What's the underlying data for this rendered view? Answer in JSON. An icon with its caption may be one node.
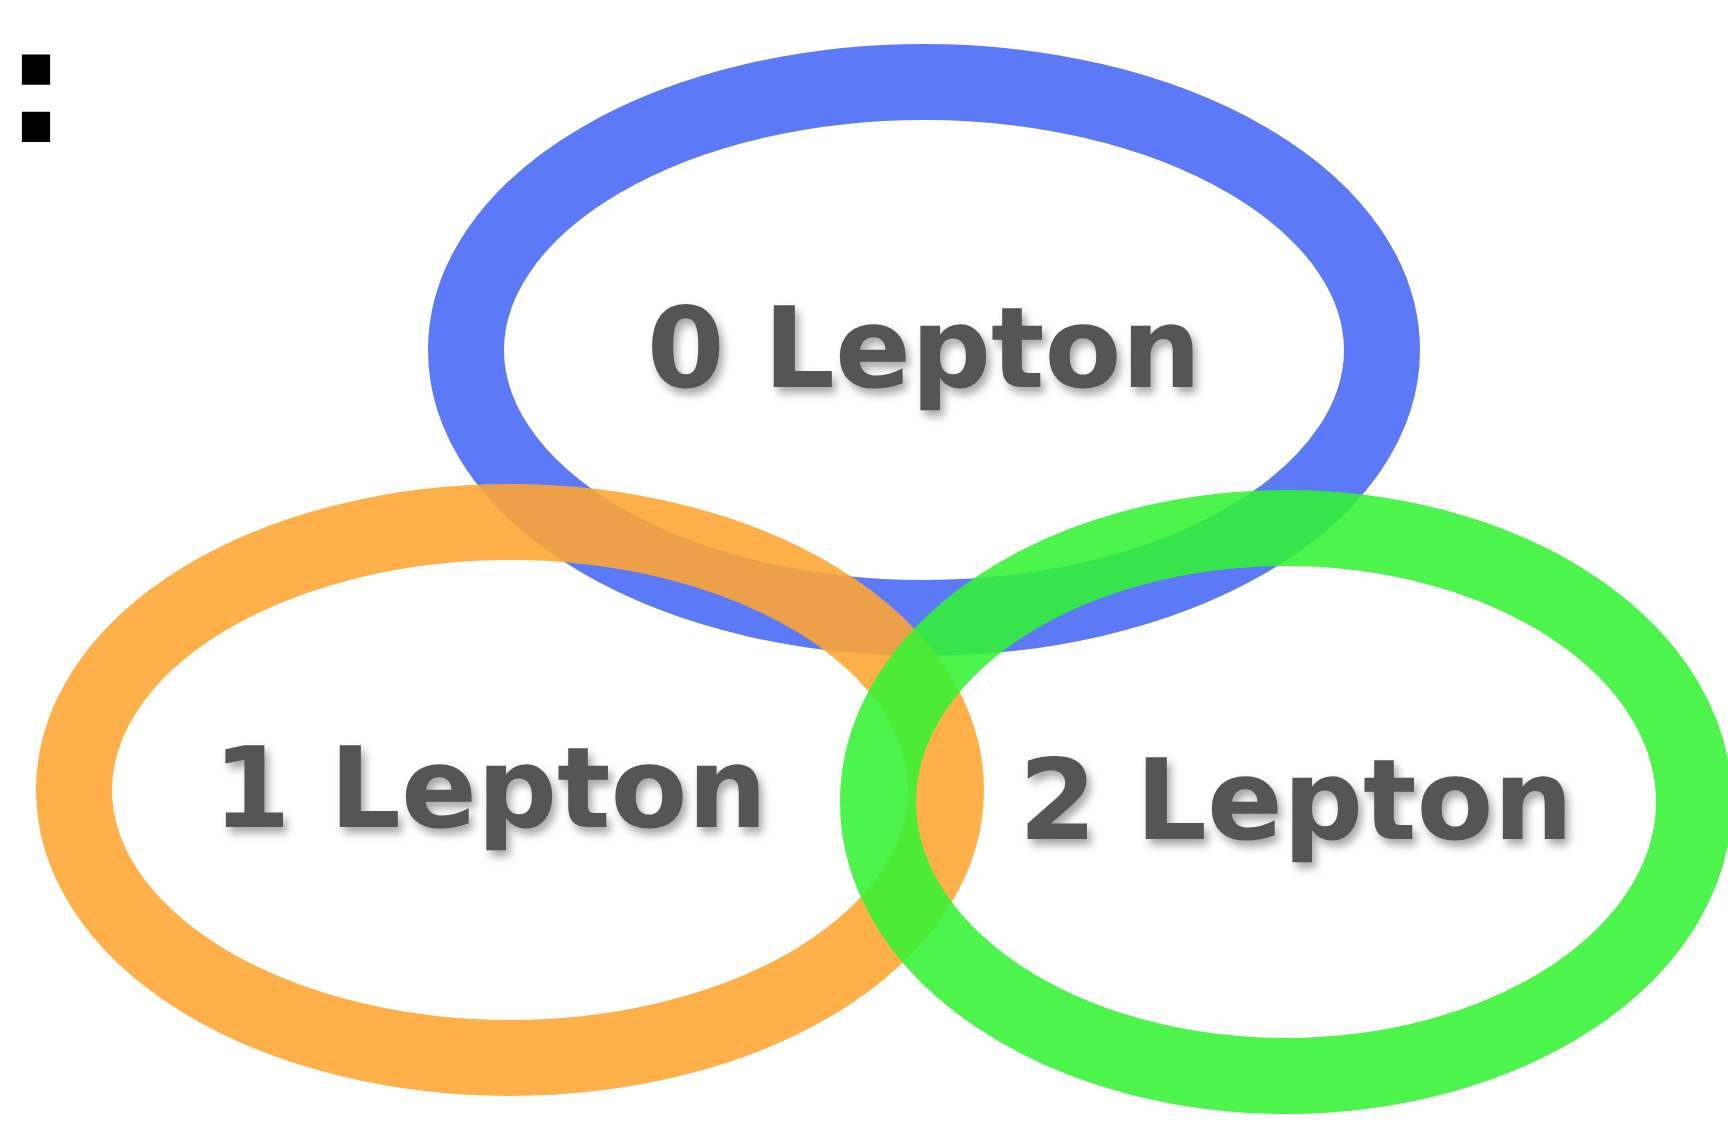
{
  "diagram": {
    "nodes": [
      {
        "text": [
          "0 Lepton"
        ]
      },
      {
        "text": [
          "1 Lepton"
        ]
      },
      {
        "text": [
          "2 Lepton"
        ]
      }
    ],
    "labels": [
      ":"
    ]
  }
}
